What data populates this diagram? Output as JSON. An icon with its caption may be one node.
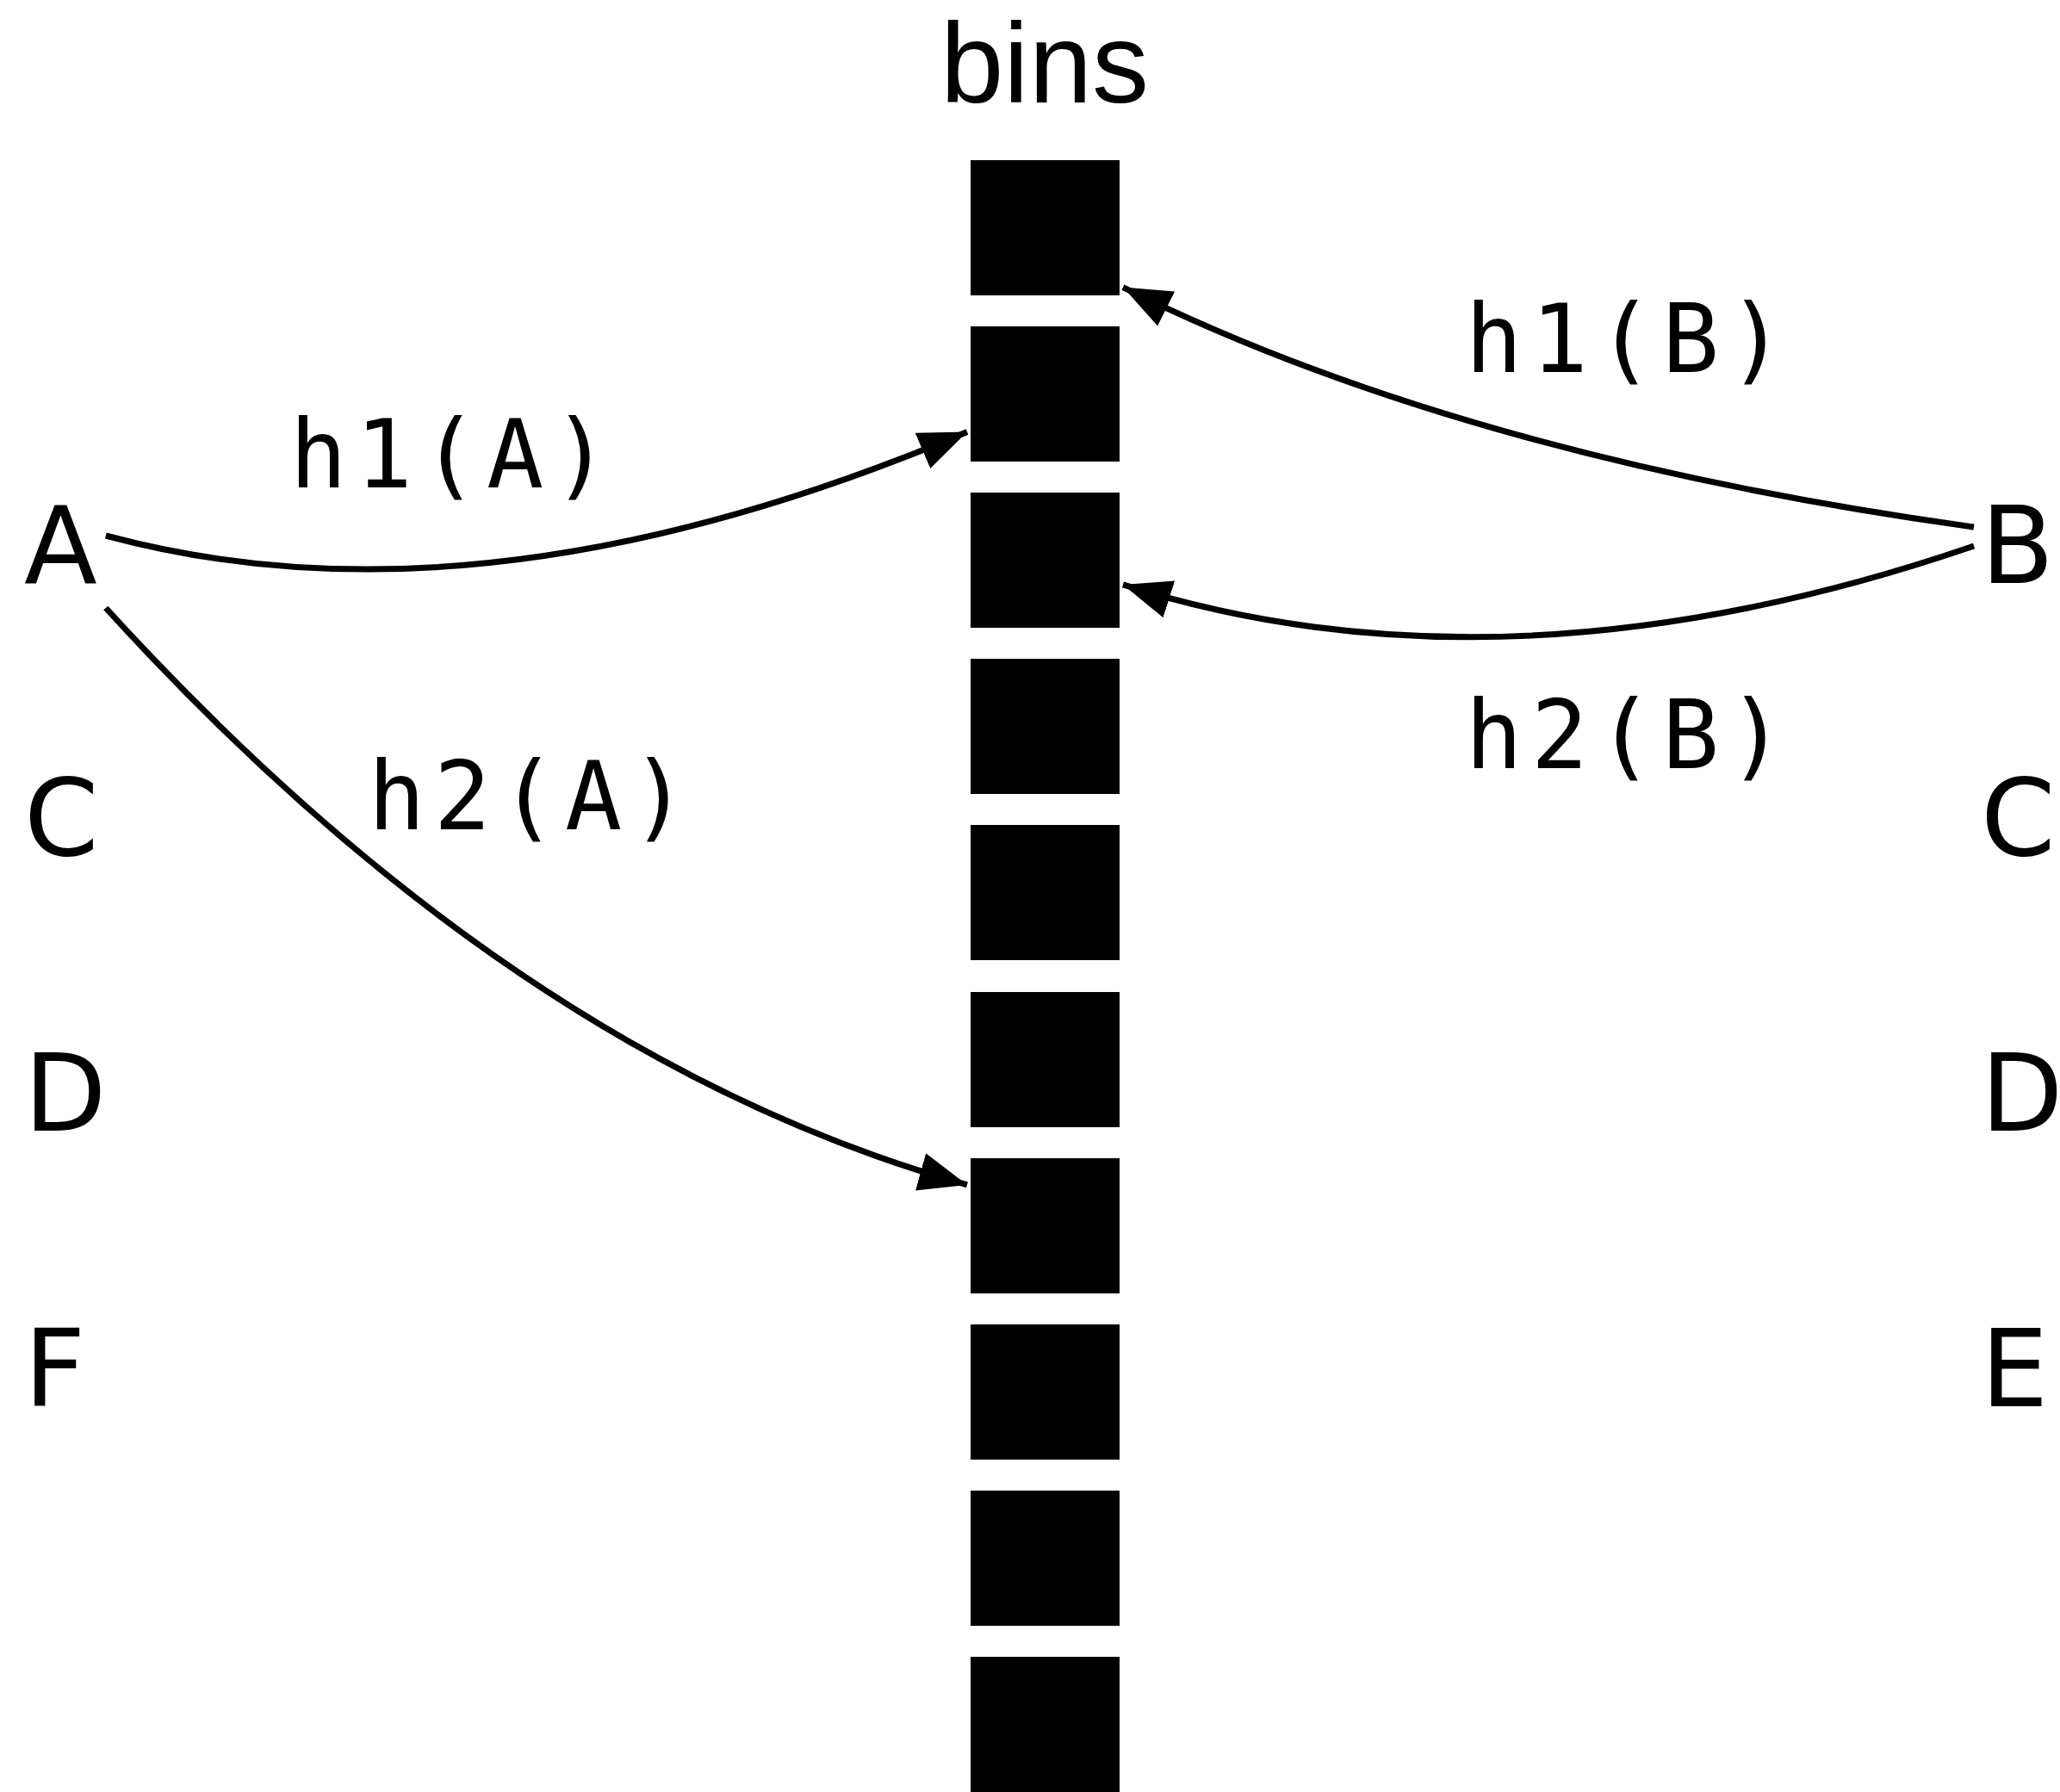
{
  "diagram": {
    "nodes": [
      {
        "text": [
          "A"
        ]
      },
      {
        "text": [
          "C"
        ]
      },
      {
        "text": [
          "D"
        ]
      },
      {
        "text": [
          "F"
        ]
      },
      {
        "text": [],
        "shape": "box"
      },
      {
        "text": [],
        "shape": "box"
      },
      {
        "text": [],
        "shape": "box"
      },
      {
        "text": [],
        "shape": "box"
      },
      {
        "text": [],
        "shape": "box"
      },
      {
        "text": [],
        "shape": "box"
      },
      {
        "text": [],
        "shape": "box"
      },
      {
        "text": [],
        "shape": "box"
      },
      {
        "text": [],
        "shape": "box"
      },
      {
        "text": [],
        "shape": "box"
      },
      {
        "text": [
          "B"
        ]
      },
      {
        "text": [
          "C"
        ]
      },
      {
        "text": [
          "D"
        ]
      },
      {
        "text": [
          "E"
        ]
      }
    ],
    "edges": [
      {
        "from": 0,
        "to": 5,
        "arrow": "to",
        "label": "h1(A)"
      },
      {
        "from": 0,
        "to": 10,
        "arrow": "to",
        "label": "h2(A)"
      },
      {
        "from": 14,
        "to": 4,
        "arrow": "to",
        "label": "h1(B)"
      },
      {
        "from": 14,
        "to": 6,
        "arrow": "to",
        "label": "h2(B)"
      }
    ],
    "labels": [
      "bins"
    ]
  }
}
